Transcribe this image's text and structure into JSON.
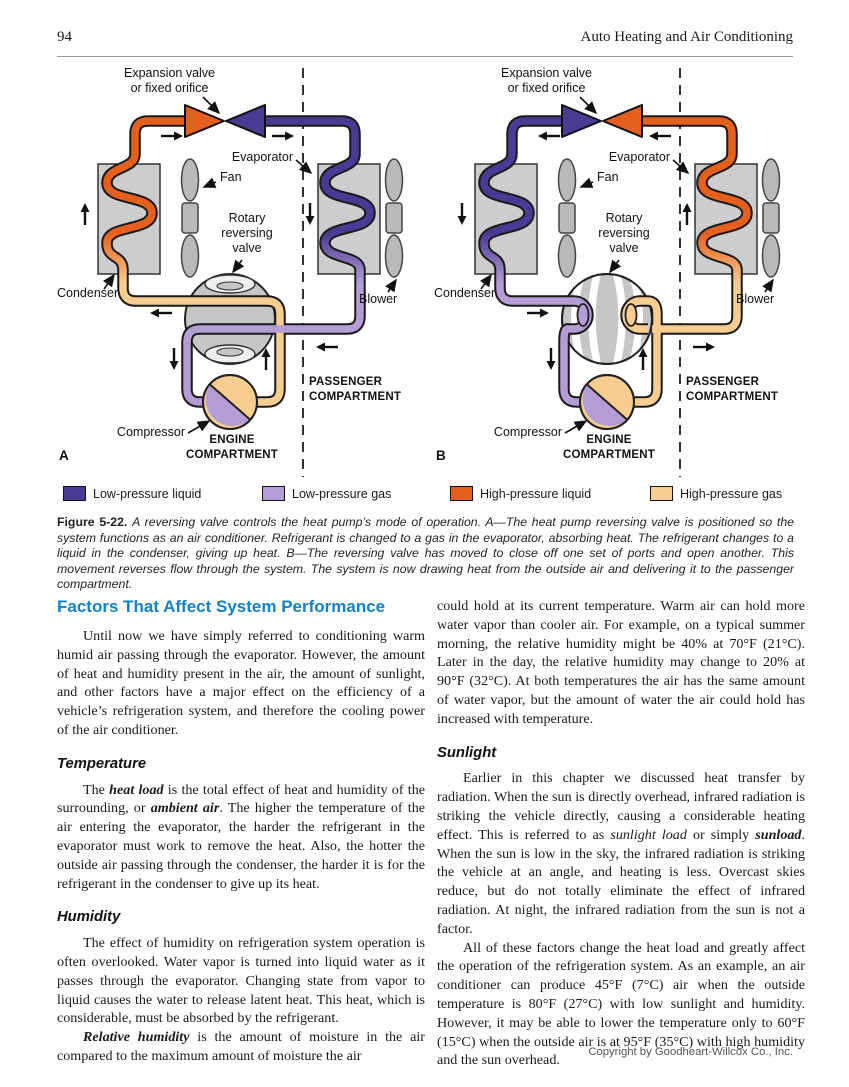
{
  "page": {
    "number": "94",
    "running_head": "Auto Heating and Air Conditioning",
    "copyright": "Copyright by Goodheart-Willcox Co., Inc."
  },
  "figure": {
    "labels": {
      "expansion_valve": "Expansion valve\nor fixed orifice",
      "evaporator": "Evaporator",
      "fan": "Fan",
      "rotary_valve": "Rotary\nreversing\nvalve",
      "condenser": "Condenser",
      "blower": "Blower",
      "compressor": "Compressor",
      "passenger_compartment": "PASSENGER\nCOMPARTMENT",
      "engine_compartment": "ENGINE\nCOMPARTMENT",
      "diagram_a": "A",
      "diagram_b": "B"
    },
    "legend": [
      {
        "label": "Low-pressure liquid",
        "color": "#4b3a94"
      },
      {
        "label": "Low-pressure gas",
        "color": "#b49cd4"
      },
      {
        "label": "High-pressure liquid",
        "color": "#e55f1d"
      },
      {
        "label": "High-pressure gas",
        "color": "#f7cd90"
      }
    ],
    "caption_label": "Figure 5-22.",
    "caption_text": "A reversing valve controls the heat pump’s mode of operation. A—The heat pump reversing valve is positioned so the system functions as an air conditioner. Refrigerant is changed to a gas in the evaporator, absorbing heat. The refrigerant changes to a liquid in the condenser, giving up heat. B—The reversing valve has moved to close off one set of ports and open another. This movement reverses flow through the system. The system is now drawing heat from the outside air and delivering it to the passenger compartment."
  },
  "article": {
    "heading": "Factors That Affect System Performance",
    "heading_color": "#1182c5",
    "intro": "Until now we have simply referred to conditioning warm humid air passing through the evaporator. However, the amount of heat and humidity present in the air, the amount of sunlight, and other factors have a major effect on the efficiency of a vehicle’s refrigeration system, and therefore the cooling power of the air conditioner.",
    "temperature_heading": "Temperature",
    "temperature_p1": [
      {
        "t": "The "
      },
      {
        "t": "heat load",
        "b": true,
        "i": true
      },
      {
        "t": " is the total effect of heat and humidity of the surrounding, or "
      },
      {
        "t": "ambient air",
        "b": true,
        "i": true
      },
      {
        "t": ". The higher the temperature of the air entering the evaporator, the harder the refrigerant in the evaporator must work to remove the heat. Also, the hotter the outside air passing through the condenser, the harder it is for the refrigerant in the condenser to give up its heat."
      }
    ],
    "humidity_heading": "Humidity",
    "humidity_p1": "The effect of humidity on refrigeration system operation is often overlooked. Water vapor is turned into liquid water as it passes through the evaporator. Changing state from vapor to liquid causes the water to release latent heat. This heat, which is considerable, must be absorbed by the refrigerant.",
    "humidity_p2": [
      {
        "t": "Relative humidity",
        "b": true,
        "i": true
      },
      {
        "t": " is the amount of moisture in the air compared to the maximum amount of moisture the air"
      }
    ],
    "humidity_p2_cont": "could hold at its current temperature. Warm air can hold more water vapor than cooler air. For example, on a typical summer morning, the relative humidity might be 40% at 70°F (21°C). Later in the day, the relative humidity may change to 20% at 90°F (32°C). At both temperatures the air has the same amount of water vapor, but the amount of water the air could hold has increased with temperature.",
    "sunlight_heading": "Sunlight",
    "sunlight_p1": [
      {
        "t": "Earlier in this chapter we discussed heat transfer by radiation. When the sun is directly overhead, infrared radiation is striking the vehicle directly, causing a considerable heating effect. This is referred to as "
      },
      {
        "t": "sunlight load",
        "i": true
      },
      {
        "t": " or simply "
      },
      {
        "t": "sunload",
        "b": true,
        "i": true
      },
      {
        "t": ". When the sun is low in the sky, the infrared radiation is striking the vehicle at an angle, and heating is less. Overcast skies reduce, but do not totally eliminate the effect of infrared radiation. At night, the infrared radiation from the sun is not a factor."
      }
    ],
    "sunlight_p2": "All of these factors change the heat load and greatly affect the operation of the refrigeration system. As an example, an air conditioner can produce 45°F (7°C) air when the outside temperature is 80°F (27°C) with low sunlight and humidity. However, it may be able to lower the temperature only to 60°F (15°C) when the outside air is at 95°F (35°C) with high humidity and the sun overhead."
  }
}
